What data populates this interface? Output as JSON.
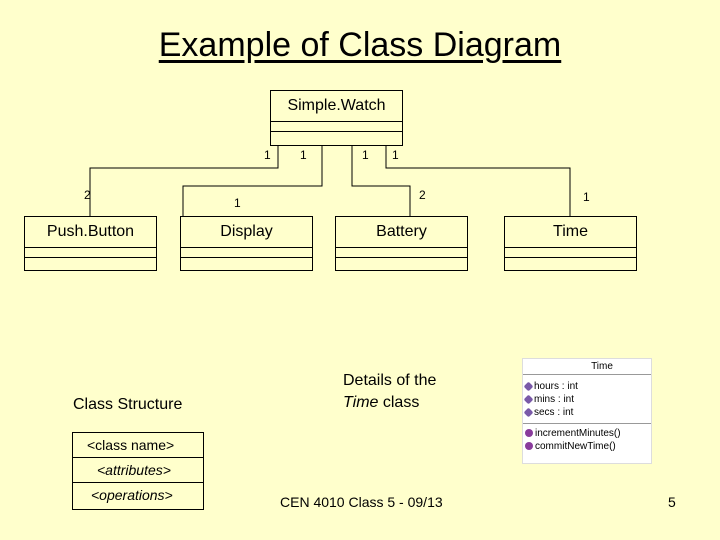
{
  "title": "Example of Class Diagram",
  "classes": {
    "simple_watch": "Simple.Watch",
    "push_button": "Push.Button",
    "display": "Display",
    "battery": "Battery",
    "time": "Time"
  },
  "multiplicities": {
    "sw_push": "1",
    "sw_display": "1",
    "sw_battery": "1",
    "sw_time": "1",
    "push_end": "2",
    "display_end": "1",
    "battery_end": "2",
    "time_end": "1"
  },
  "legend": {
    "title": "Class Structure",
    "name_row": "<class name>",
    "attributes_row": "<attributes>",
    "operations_row": "<operations>"
  },
  "details": {
    "line1": "Details of the",
    "line2_italic": "Time",
    "line2_rest": " class"
  },
  "time_class_image": {
    "name": "Time",
    "attributes": [
      "hours : int",
      "mins : int",
      "secs : int"
    ],
    "operations": [
      "incrementMinutes()",
      "commitNewTime()"
    ]
  },
  "footer": {
    "course": "CEN 4010 Class 5 - 09/13",
    "page": "5"
  }
}
